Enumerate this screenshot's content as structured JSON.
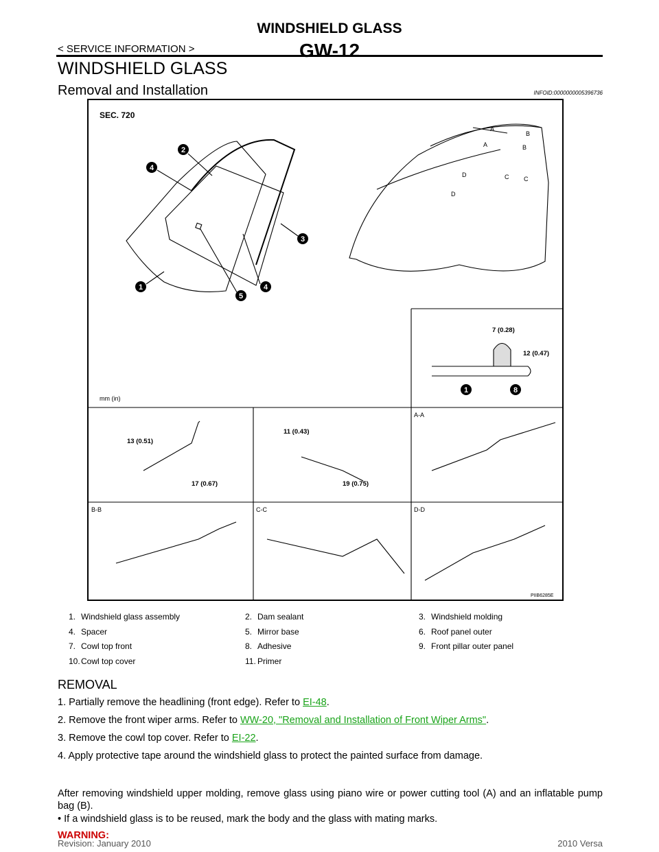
{
  "header": {
    "title": "WINDSHIELD GLASS",
    "section": "< SERVICE INFORMATION >",
    "page_number": "GW-12"
  },
  "page_heading": "WINDSHIELD GLASS",
  "sub_heading": "Removal and Installation",
  "info_id": "INFOID:0000000005396736",
  "figure": {
    "sec": "SEC. 720",
    "units": "mm (in)",
    "fig_id": "PIIB6285E",
    "dims": {
      "d1": "7 (0.28)",
      "d2": "12 (0.47)",
      "d3": "13 (0.51)",
      "d4": "17 (0.67)",
      "d5": "11 (0.43)",
      "d6": "19 (0.75)"
    },
    "sections": {
      "aa": "A-A",
      "bb": "B-B",
      "cc": "C-C",
      "dd": "D-D"
    },
    "letters": {
      "a": "A",
      "b": "B",
      "c": "C",
      "d": "D"
    }
  },
  "legend": [
    [
      {
        "n": "1.",
        "t": "Windshield glass assembly"
      },
      {
        "n": "2.",
        "t": "Dam sealant"
      },
      {
        "n": "3.",
        "t": "Windshield molding"
      }
    ],
    [
      {
        "n": "4.",
        "t": "Spacer"
      },
      {
        "n": "5.",
        "t": "Mirror base"
      },
      {
        "n": "6.",
        "t": "Roof panel outer"
      }
    ],
    [
      {
        "n": "7.",
        "t": "Cowl top front"
      },
      {
        "n": "8.",
        "t": "Adhesive"
      },
      {
        "n": "9.",
        "t": "Front pillar outer panel"
      }
    ],
    [
      {
        "n": "10.",
        "t": "Cowl top cover"
      },
      {
        "n": "11.",
        "t": "Primer"
      },
      {
        "n": "",
        "t": ""
      }
    ]
  ],
  "removal": {
    "heading": "REMOVAL",
    "step1_text": "1. Partially remove the headlining (front edge). Refer to ",
    "step1_link": "EI-48",
    "step2_text": "2. Remove the front wiper arms. Refer to ",
    "step2_link": "WW-20, \"Removal and Installation of Front Wiper Arms\"",
    "step3_text": "3. Remove the cowl top cover. Refer to ",
    "step3_link": "EI-22",
    "step4_text": "4. Apply protective tape around the windshield glass to protect the painted surface from damage.",
    "paragraph": "After removing windshield upper molding, remove glass using piano wire or power cutting tool (A) and an inflatable pump bag (B).",
    "bullet": "• If a windshield glass is to be reused, mark the body and the glass with mating marks.",
    "warning": "WARNING:"
  },
  "footer": {
    "revision": "Revision: January 2010",
    "model": "2010 Versa"
  }
}
